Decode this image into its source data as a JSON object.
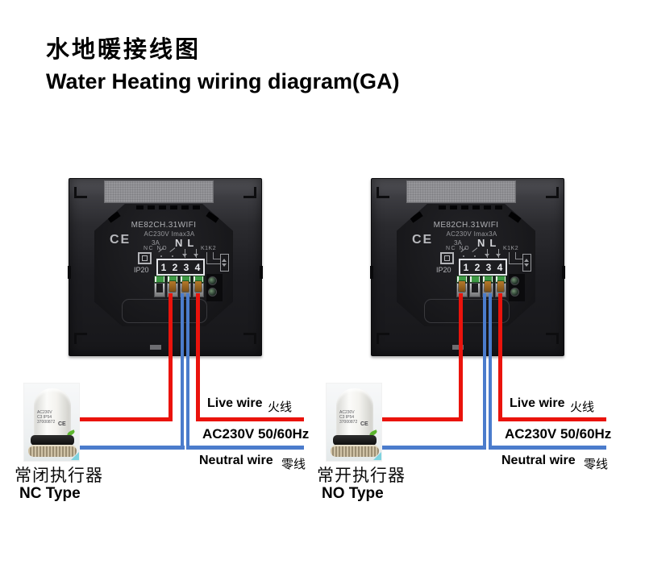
{
  "title": {
    "zh": "水地暖接线图",
    "en": "Water Heating wiring diagram(GA)"
  },
  "colors": {
    "live_wire": "#ea130c",
    "neutral_wire": "#4b7ccc",
    "terminal_green": "#3e9a44",
    "accent_teal": "#7ed3df"
  },
  "thermostats": [
    {
      "model": "ME82CH.31WIFI",
      "rating": "AC230V Imax3A",
      "ce_mark": "CE",
      "amp": "3A",
      "contact_labels": "NC NO",
      "n_label": "N",
      "l_label": "L",
      "aux_label": "K1K2",
      "ip_rating": "IP20",
      "terminals": [
        "1",
        "2",
        "3",
        "4"
      ]
    },
    {
      "model": "ME82CH.31WIFI",
      "rating": "AC230V Imax3A",
      "ce_mark": "CE",
      "amp": "3A",
      "contact_labels": "NC NO",
      "n_label": "N",
      "l_label": "L",
      "aux_label": "K1K2",
      "ip_rating": "IP20",
      "terminals": [
        "1",
        "2",
        "3",
        "4"
      ]
    }
  ],
  "actuators": [
    {
      "body_lines": [
        "AC230V",
        "C3 IP54",
        "37000872"
      ],
      "ce_mark": "CE",
      "caption_zh": "常闭执行器",
      "caption_en": "NC Type"
    },
    {
      "body_lines": [
        "AC230V",
        "C3 IP54",
        "37000872"
      ],
      "ce_mark": "CE",
      "caption_zh": "常开执行器",
      "caption_en": "NO Type"
    }
  ],
  "wire_labels": [
    {
      "live_en": "Live wire",
      "live_zh": "火线",
      "supply": "AC230V 50/60Hz",
      "neutral_en": "Neutral wire",
      "neutral_zh": "零线"
    },
    {
      "live_en": "Live wire",
      "live_zh": "火线",
      "supply": "AC230V 50/60Hz",
      "neutral_en": "Neutral wire",
      "neutral_zh": "零线"
    }
  ]
}
